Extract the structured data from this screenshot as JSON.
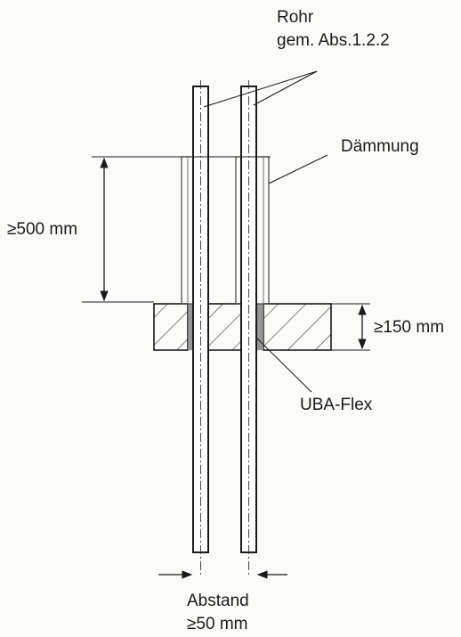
{
  "labels": {
    "rohr_line1": "Rohr",
    "rohr_line2": "gem. Abs.1.2.2",
    "daemmung": "Dämmung",
    "dim_500": "≥500 mm",
    "dim_150": "≥150 mm",
    "uba_flex": "UBA-Flex",
    "abstand_line1": "Abstand",
    "abstand_line2": "≥50 mm"
  },
  "colors": {
    "line": "#1a1a1a",
    "sealant": "#8a8a8a",
    "hatch": "#333333"
  }
}
